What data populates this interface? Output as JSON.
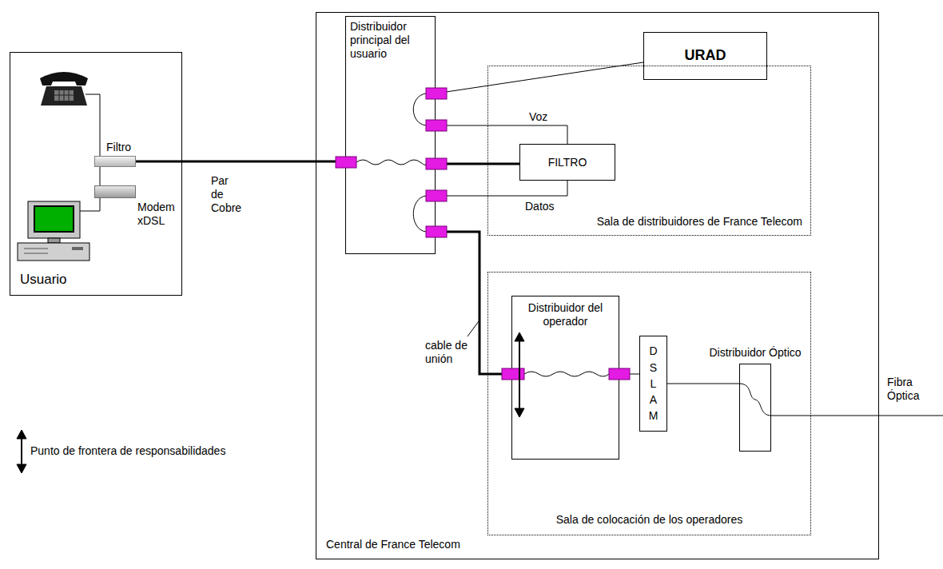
{
  "diagram": {
    "nodes": [
      {
        "text": [
          "Usuario"
        ]
      },
      {
        "text": [
          "Filtro"
        ],
        "in": 0
      },
      {
        "text": [
          "Modem xDSL"
        ],
        "in": 0
      },
      {
        "text": [
          "Central de France Telecom"
        ]
      },
      {
        "text": [
          "Distribuidor principal del usuario"
        ],
        "in": 3
      },
      {
        "text": [
          "URAD"
        ],
        "in": 3
      },
      {
        "text": [
          "Sala de distribuidores de France Telecom"
        ],
        "in": 3
      },
      {
        "text": [
          "FILTRO"
        ],
        "in": 6
      },
      {
        "text": [
          "Sala de colocación de los operadores"
        ],
        "in": 3
      },
      {
        "text": [
          "Distribuidor del operador"
        ],
        "in": 8
      },
      {
        "text": [
          "DSLAM"
        ],
        "in": 8
      },
      {
        "text": [
          "Distribuidor Óptico"
        ],
        "in": 8
      }
    ],
    "edges": [
      {
        "from": 1,
        "to": 4,
        "arrow": "none",
        "label": "Par de Cobre"
      },
      {
        "from": 4,
        "to": 5,
        "arrow": "none"
      },
      {
        "from": 4,
        "to": 7,
        "arrow": "none",
        "label": "Voz"
      },
      {
        "from": 4,
        "to": 7,
        "arrow": "none"
      },
      {
        "from": 4,
        "to": 7,
        "arrow": "none",
        "label": "Datos"
      },
      {
        "from": 4,
        "to": 9,
        "arrow": "none"
      },
      {
        "from": 9,
        "to": 10,
        "arrow": "none"
      },
      {
        "from": 10,
        "to": 11,
        "arrow": "none"
      }
    ],
    "labels": [
      "cable de unión",
      "Fibra Óptica"
    ],
    "legend": [
      {
        "text": "Punto de frontera de responsabilidades"
      }
    ]
  }
}
